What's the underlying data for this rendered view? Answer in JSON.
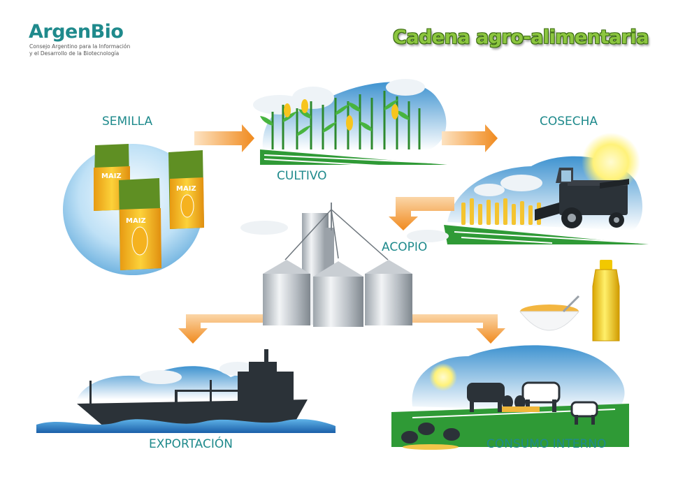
{
  "logo": {
    "brand": "ArgenBio",
    "line1": "Consejo Argentino para la Información",
    "line2": "y el Desarrollo de la Biotecnología"
  },
  "title": "Cadena agro-alimentaria",
  "stages": {
    "semilla": "SEMILLA",
    "cultivo": "CULTIVO",
    "cosecha": "COSECHA",
    "acopio": "ACOPIO",
    "exportacion": "EXPORTACIÓN",
    "consumo": "CONSUMO INTERNO"
  },
  "seed_bag_label": "MAIZ",
  "colors": {
    "teal": "#1f8a8c",
    "title_green": "#8cc63f",
    "arrow_orange": "#f29a36",
    "sky_blue": "#5aa9dc",
    "field_green": "#3aa535"
  }
}
